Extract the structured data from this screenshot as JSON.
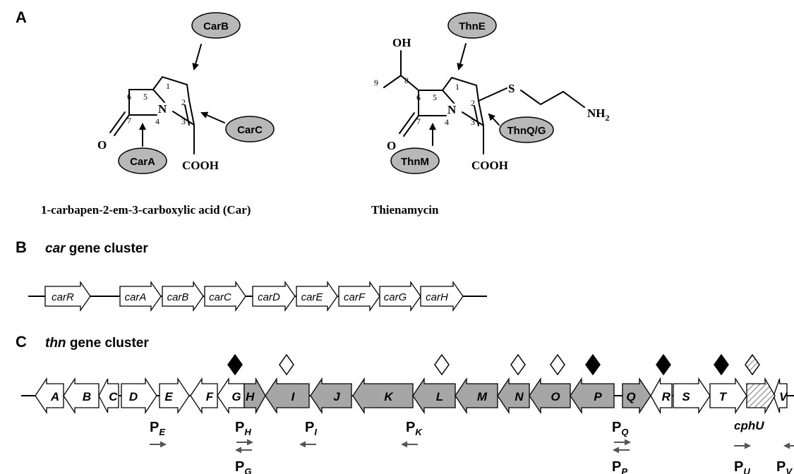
{
  "panels": {
    "a": "A",
    "b": "B",
    "c": "C"
  },
  "car_molecule": {
    "enzymes": [
      "CarB",
      "CarC",
      "CarA"
    ],
    "atoms": {
      "n": "N",
      "o": "O",
      "acid": "COOH"
    },
    "ring_numbers": [
      "1",
      "2",
      "3",
      "4",
      "5",
      "6",
      "7"
    ],
    "caption": "1-carbapen-2-em-3-carboxylic acid (Car)"
  },
  "thn_molecule": {
    "enzymes": [
      "ThnE",
      "ThnQ/G",
      "ThnM"
    ],
    "atoms": {
      "oh": "OH",
      "n": "N",
      "o": "O",
      "s": "S",
      "nh": "NH",
      "nh_sub": "2",
      "acid": "COOH"
    },
    "ring_numbers": [
      "1",
      "2",
      "3",
      "4",
      "5",
      "6",
      "7",
      "8",
      "9"
    ],
    "caption": "Thienamycin"
  },
  "car_cluster": {
    "title_italic": "car",
    "title_rest": " gene cluster",
    "genes": [
      "carR",
      "carA",
      "carB",
      "carC",
      "carD",
      "carE",
      "carF",
      "carG",
      "carH"
    ]
  },
  "thn_cluster": {
    "title_italic": "thn",
    "title_rest": " gene cluster",
    "genes": [
      "A",
      "B",
      "C",
      "D",
      "E",
      "F",
      "G",
      "H",
      "I",
      "J",
      "K",
      "L",
      "M",
      "N",
      "O",
      "P",
      "Q",
      "R",
      "S",
      "T",
      "V"
    ],
    "extra_gene_label": "cphU",
    "promoters": [
      {
        "letter": "P",
        "sub": "E"
      },
      {
        "letter": "P",
        "sub": "H"
      },
      {
        "letter": "P",
        "sub": "G"
      },
      {
        "letter": "P",
        "sub": "I"
      },
      {
        "letter": "P",
        "sub": "K"
      },
      {
        "letter": "P",
        "sub": "Q"
      },
      {
        "letter": "P",
        "sub": "P"
      },
      {
        "letter": "P",
        "sub": "U"
      },
      {
        "letter": "P",
        "sub": "V"
      }
    ]
  },
  "colors": {
    "shaded_gene": "#a6a6a6",
    "open_gene": "#ffffff",
    "enzyme_bubble": "#b8b8b8",
    "arrow_gray": "#555555"
  }
}
